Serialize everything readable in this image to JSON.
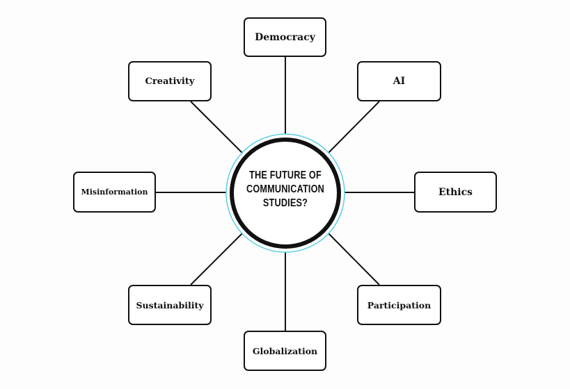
{
  "center": {
    "line1": "THE FUTURE OF",
    "line2": "COMMUNICATION",
    "line3": "STUDIES?"
  },
  "nodes": {
    "democracy": "Democracy",
    "ai": "AI",
    "ethics": "Ethics",
    "participation": "Participation",
    "globalization": "Globalization",
    "sustainability": "Sustainability",
    "misinformation": "Misinformation",
    "creativity": "Creativity"
  },
  "colors": {
    "ring_accent": "#5cd0e6",
    "stroke": "#111111"
  }
}
